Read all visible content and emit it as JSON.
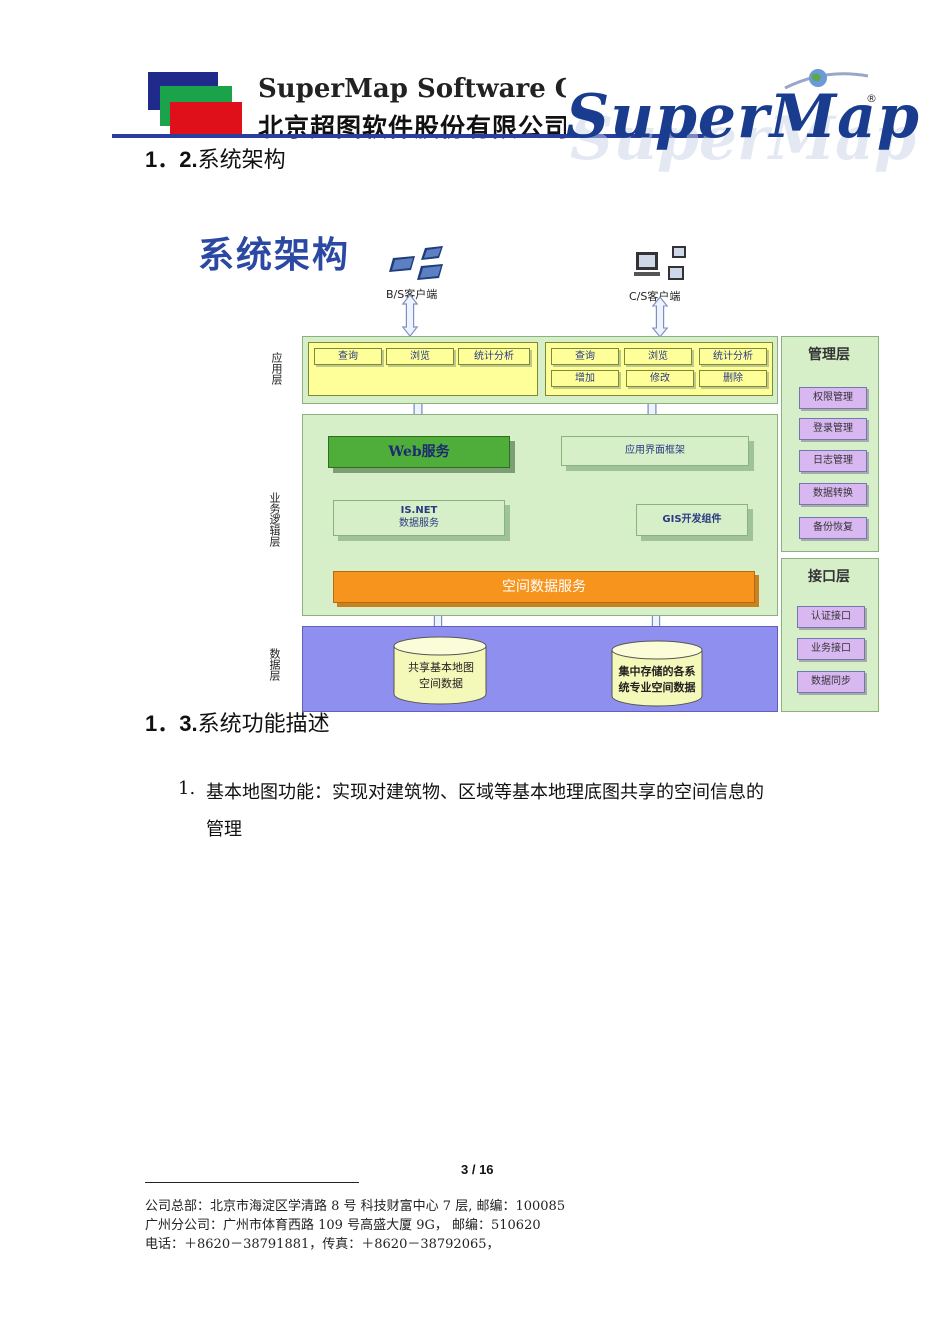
{
  "header": {
    "company_en": "SuperMap Software Co., Ltd.",
    "company_cn": "北京超图软件股份有限公司",
    "brand": "SuperMap",
    "registered": "®"
  },
  "sections": {
    "s12_num": "1．",
    "s12_bold": "2.",
    "s12_title": "系统架构",
    "s13_num": "1．",
    "s13_bold": "3.",
    "s13_title": "系统功能描述"
  },
  "diagram": {
    "title": "系统架构",
    "bs_client": "B/S客户端",
    "cs_client": "C/S客户端",
    "layer_app": "应用层",
    "layer_logic": "业务逻辑层",
    "layer_data": "数据层",
    "bs_buttons": [
      "查询",
      "浏览",
      "统计分析"
    ],
    "cs_buttons_row1": [
      "查询",
      "浏览",
      "统计分析"
    ],
    "cs_buttons_row2": [
      "增加",
      "修改",
      "删除"
    ],
    "web_service": "Web服务",
    "ui_framework": "应用界面框架",
    "isnet_line1": "IS.NET",
    "isnet_line2": "数据服务",
    "gis_kit": "GIS开发组件",
    "spatial_service": "空间数据服务",
    "db1_line1": "共享基本地图",
    "db1_line2": "空间数据",
    "db2_line1": "集中存储的各系",
    "db2_line2": "统专业空间数据",
    "mgmt_title": "管理层",
    "mgmt_items": [
      "权限管理",
      "登录管理",
      "日志管理",
      "数据转换",
      "备份恢复"
    ],
    "iface_title": "接口层",
    "iface_items": [
      "认证接口",
      "业务接口",
      "数据同步"
    ]
  },
  "list": {
    "item1_num": "1.",
    "item1_line1": "基本地图功能：实现对建筑物、区域等基本地理底图共享的空间信息的",
    "item1_line2": "管理"
  },
  "page_number": "3 / 16",
  "footer": {
    "line1": "公司总部：北京市海淀区学清路 8 号  科技财富中心 7 层, 邮编：100085",
    "line2": "广州分公司：广州市体育西路 109 号高盛大厦 9G，       邮编：510620",
    "line3": "电话：＋8620－38791881，传真：＋8620－38792065，"
  },
  "colors": {
    "brand_blue": "#1a3c8e",
    "logo_blue": "#1f2a8a",
    "logo_green": "#1aa34a",
    "logo_red": "#e0101a",
    "data_layer": "#8f8ff0",
    "spatial_orange": "#f7941d",
    "web_green": "#4fae3a"
  }
}
